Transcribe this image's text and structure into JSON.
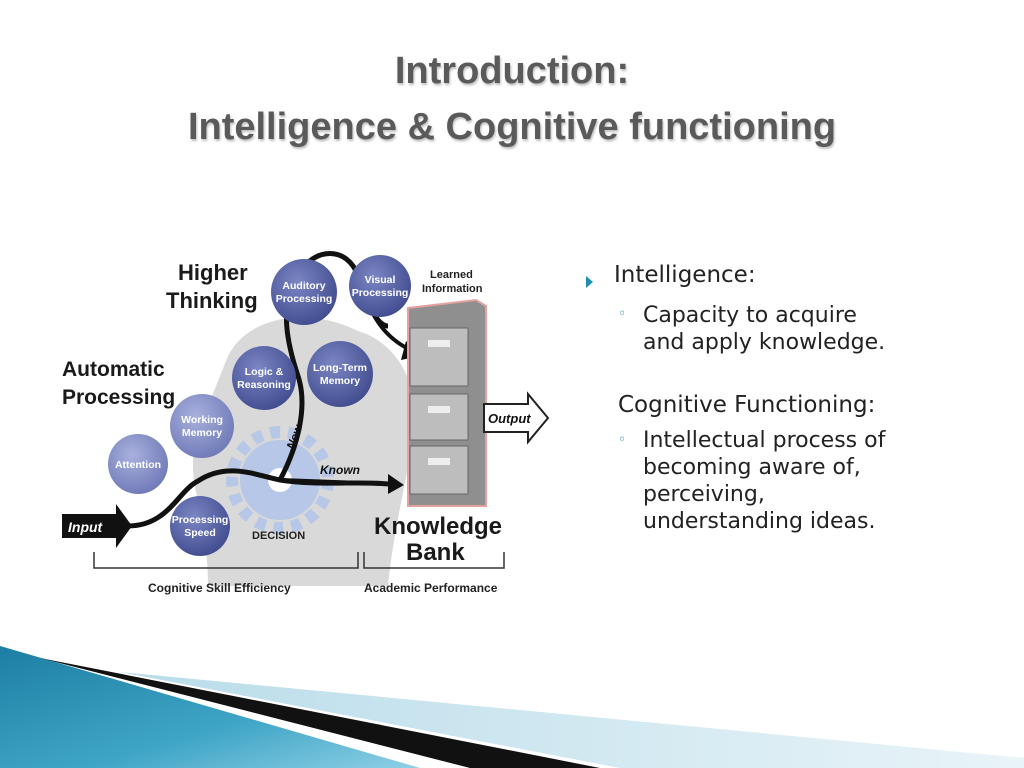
{
  "title": {
    "line1": "Introduction:",
    "line2": "Intelligence & Cognitive functioning"
  },
  "diagram": {
    "higher_thinking": [
      "Higher",
      "Thinking"
    ],
    "automatic_processing": [
      "Automatic",
      "Processing"
    ],
    "auditory_processing": [
      "Auditory",
      "Processing"
    ],
    "visual_processing": [
      "Visual",
      "Processing"
    ],
    "logic_reasoning": [
      "Logic &",
      "Reasoning"
    ],
    "long_term_memory": [
      "Long-Term",
      "Memory"
    ],
    "working_memory": [
      "Working",
      "Memory"
    ],
    "attention": "Attention",
    "processing_speed": [
      "Processing",
      "Speed"
    ],
    "learned_information": [
      "Learned",
      "Information"
    ],
    "output": "Output",
    "input": "Input",
    "new": "New",
    "known": "Known",
    "decision": "DECISION",
    "knowledge_bank": [
      "Knowledge",
      "Bank"
    ],
    "cognitive_skill_efficiency": "Cognitive Skill Efficiency",
    "academic_performance": "Academic Performance"
  },
  "bullets": {
    "intelligence_term": "Intelligence",
    "intelligence_colon": ":",
    "intelligence_def_1": "Capacity to acquire",
    "intelligence_def_2": "and apply knowledge.",
    "cognitive_term": "Cognitive Functioning",
    "cognitive_colon": ":",
    "cognitive_def_1": " Intellectual process of",
    "cognitive_def_2": "becoming aware of,",
    "cognitive_def_3": "perceiving,",
    "cognitive_def_4": "understanding ideas."
  },
  "colors": {
    "title": "#5a5a5a",
    "bubble": "#4d5a9c",
    "bullet_accent": "#1f8fb0",
    "footer_blue": "#2a8fb0"
  },
  "icons": {
    "bullet_level1": "triangle-right-icon",
    "bullet_level2": "small-circle-icon"
  }
}
